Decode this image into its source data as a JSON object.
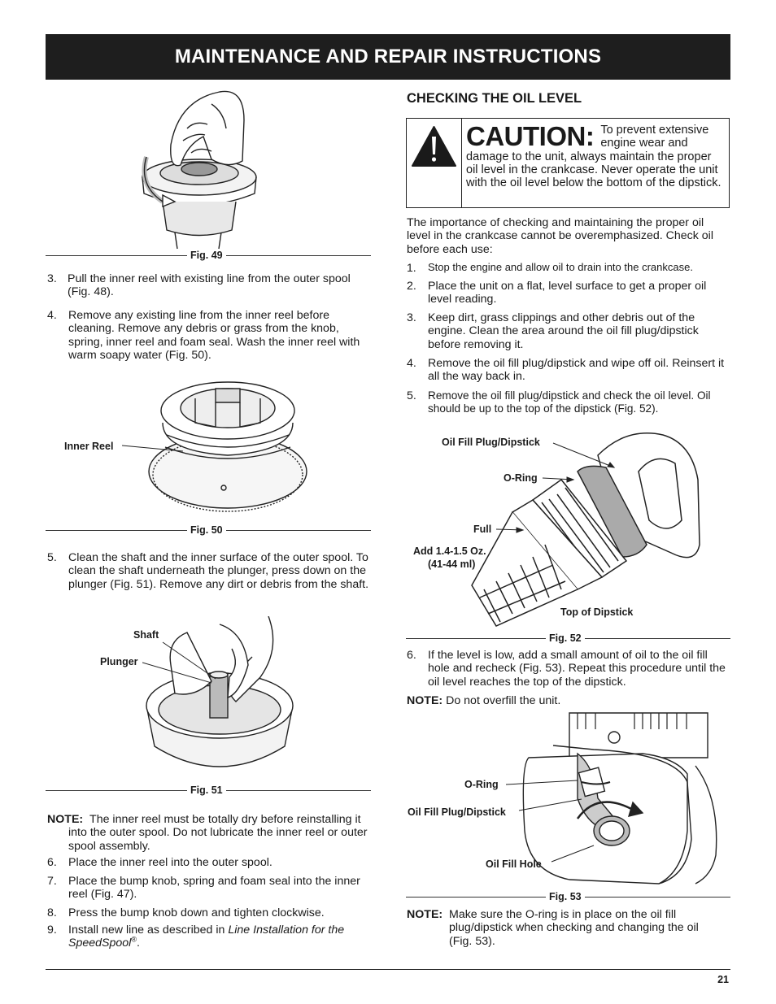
{
  "header": {
    "title": "MAINTENANCE AND REPAIR INSTRUCTIONS"
  },
  "left": {
    "fig49_caption": "Fig. 49",
    "step3": {
      "num": "3.",
      "text": "Pull the inner reel with existing line from the outer spool (Fig. 48)."
    },
    "step4": {
      "num": "4.",
      "text": "Remove any existing line from the inner reel before cleaning. Remove any debris or grass from the knob, spring, inner reel and foam seal. Wash the inner reel with warm soapy water (Fig. 50)."
    },
    "fig50_label_inner_reel": "Inner Reel",
    "fig50_caption": "Fig. 50",
    "step5": {
      "num": "5.",
      "text": "Clean the shaft and the inner surface of the outer spool. To clean the shaft underneath the plunger, press down on the plunger (Fig. 51). Remove any dirt or debris from the shaft."
    },
    "fig51_label_shaft": "Shaft",
    "fig51_label_plunger": "Plunger",
    "fig51_caption": "Fig. 51",
    "note_label": "NOTE:",
    "note_text": "The inner reel must be totally dry before reinstalling it into the outer spool. Do not lubricate the inner reel or outer spool assembly.",
    "step6": {
      "num": "6.",
      "text": "Place the inner reel into the outer spool."
    },
    "step7": {
      "num": "7.",
      "text": "Place the bump knob, spring and foam seal into the inner reel (Fig. 47)."
    },
    "step8": {
      "num": "8.",
      "text": "Press the bump knob down and tighten clockwise."
    },
    "step9": {
      "num": "9.",
      "text": "Install new line as described in ",
      "italic": "Line Installation for the SpeedSpool",
      "reg": "®",
      "end": "."
    }
  },
  "right": {
    "section_title": "CHECKING THE OIL LEVEL",
    "caution_word": "CAUTION:",
    "caution_text": "To prevent extensive engine wear and damage to the unit, always maintain the proper oil level in the crankcase. Never operate the unit with the oil level below the bottom of the dipstick.",
    "intro": "The importance of checking and maintaining the proper oil level in the crankcase cannot be overemphasized. Check oil before each use:",
    "steps": [
      {
        "num": "1.",
        "text": "Stop the engine and allow oil to drain into the crankcase."
      },
      {
        "num": "2.",
        "text": "Place the unit on a flat, level surface to get a proper oil level reading."
      },
      {
        "num": "3.",
        "text": "Keep dirt, grass clippings and other debris out of the engine. Clean the area around the oil fill plug/dipstick before removing it."
      },
      {
        "num": "4.",
        "text": "Remove the oil fill plug/dipstick and wipe off oil. Reinsert it all the way back in."
      },
      {
        "num": "5.",
        "text": "Remove the oil fill plug/dipstick and check the oil level. Oil should be up to the top of the dipstick (Fig. 52)."
      }
    ],
    "fig52_labels": {
      "plug": "Oil Fill Plug/Dipstick",
      "oring": "O-Ring",
      "full": "Full",
      "add1": "Add 1.4-1.5 Oz.",
      "add2": "(41-44 ml)",
      "top": "Top of Dipstick"
    },
    "fig52_caption": "Fig. 52",
    "step6": {
      "num": "6.",
      "text": "If the level is low, add a small amount of oil to the oil fill hole and recheck (Fig. 53). Repeat this procedure until the oil level reaches the top of the dipstick."
    },
    "note1_label": "NOTE:",
    "note1_text": "Do not overfill the unit.",
    "fig53_labels": {
      "oring": "O-Ring",
      "plug": "Oil Fill Plug/Dipstick",
      "hole": "Oil Fill Hole"
    },
    "fig53_caption": "Fig. 53",
    "note2_label": "NOTE:",
    "note2_text": "Make sure the O-ring is in place on the oil fill plug/dipstick when checking and changing the oil (Fig. 53)."
  },
  "footer": {
    "page": "21"
  }
}
